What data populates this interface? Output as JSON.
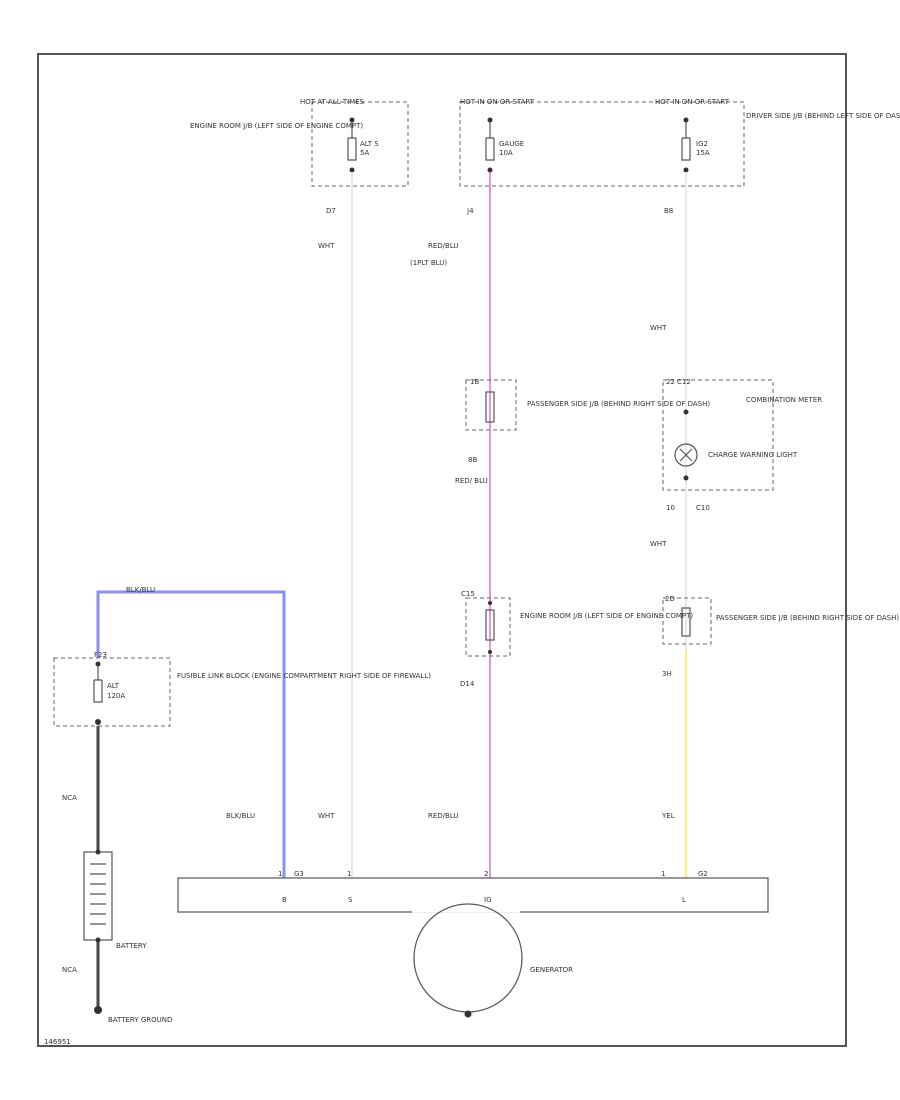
{
  "colors": {
    "wht": "#d8d8d8",
    "red_blu": "#d050c0",
    "yel": "#f2f000",
    "blk_blu": "#8a8ff0",
    "nca": "#444444",
    "frame": "#555555"
  },
  "figure_id": "146951",
  "fuse_boxes": [
    {
      "header": "HOT AT ALL TIMES",
      "name": "ALT S",
      "rating": "5A",
      "location": "ENGINE ROOM J/B (LEFT SIDE OF ENGINE COMPT)",
      "conn": "D7"
    },
    {
      "header": "HOT IN ON OR START",
      "name": "GAUGE",
      "rating": "10A",
      "conn": "J4"
    },
    {
      "header": "HOT IN ON OR START",
      "name": "IG2",
      "rating": "15A",
      "location": "DRIVER SIDE J/B (BEHIND LEFT SIDE OF DASH)",
      "conn": "B8"
    }
  ],
  "wires": {
    "left_wht": "WHT",
    "mid_red_blu": "RED/BLU",
    "mid_sub": "(1PLT BLU)",
    "right_wht": "WHT",
    "mid_red_blu2": "RED/ BLU",
    "right_wht2": "WHT",
    "blk_blu_top": "BLK/BLU",
    "blk_blu_bottom": "BLK/BLU",
    "wht_bottom": "WHT",
    "red_blu_bottom": "RED/BLU",
    "yel_bottom": "YEL",
    "nca_top": "NCA",
    "nca_bottom": "NCA"
  },
  "passenger_jb_upper": {
    "label": "PASSENGER SIDE J/B (BEHIND RIGHT SIDE OF DASH)",
    "pin_in": "1B",
    "pin_out": "8B"
  },
  "combination_meter": {
    "label": "COMBINATION METER",
    "connector": "C12",
    "pin_in": "22",
    "lamp": "CHARGE WARNING LIGHT",
    "pin_out": "10",
    "conn_out": "C10"
  },
  "engine_room_jb": {
    "label": "ENGINE ROOM J/B (LEFT SIDE OF ENGINE COMPT)",
    "connector": "C15",
    "pin_out": "D14"
  },
  "passenger_jb_lower": {
    "label": "PASSENGER SIDE J/B (BEHIND RIGHT SIDE OF DASH)",
    "pin_in": "2D",
    "pin_out": "3H"
  },
  "fusible_link": {
    "connector": "F23",
    "name": "ALT",
    "rating": "120A",
    "label": "FUSIBLE LINK BLOCK (ENGINE COMPARTMENT RIGHT SIDE OF FIREWALL)"
  },
  "battery": {
    "label": "BATTERY"
  },
  "battery_ground": {
    "label": "BATTERY GROUND"
  },
  "generator": {
    "label": "GENERATOR",
    "connector_left": "G3",
    "connector_right": "G2",
    "pins": {
      "b": "B",
      "s": "S",
      "ig": "IG",
      "l": "L"
    },
    "pin_nums": {
      "s": "1",
      "ig": "2",
      "l": "1"
    }
  }
}
